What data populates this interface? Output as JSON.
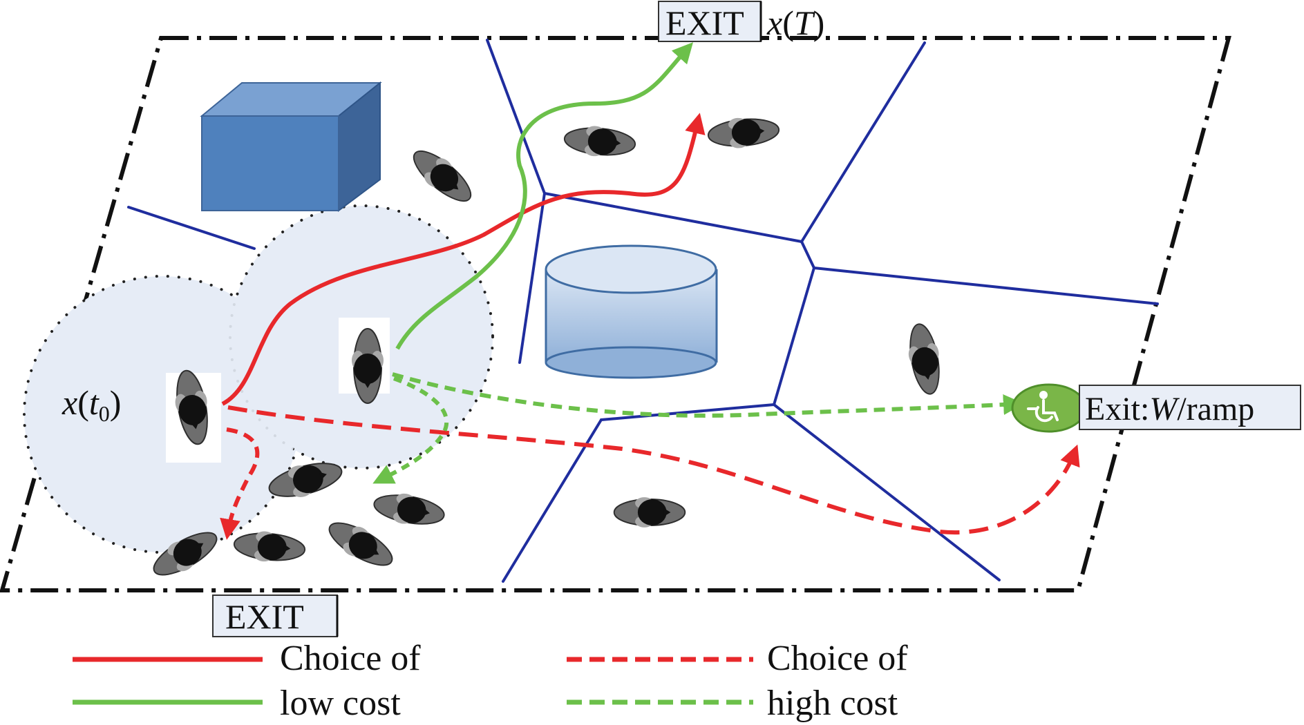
{
  "labels": {
    "exit_top": "EXIT",
    "x_T_var": "x",
    "x_T_paren_open": "(",
    "x_T_arg": "T",
    "x_T_paren_close": ")",
    "exit_bottom": "EXIT",
    "x_t0_var": "x",
    "x_t0_paren_open": "(",
    "x_t0_t": "t",
    "x_t0_sub": "0",
    "x_t0_paren_close": ")",
    "exit_ramp_prefix": "Exit:",
    "exit_ramp_w": "W",
    "exit_ramp_suffix": "/ramp"
  },
  "legend": {
    "left_line1": "Choice of",
    "left_line2": "low cost",
    "right_line1": "Choice of",
    "right_line2": "high cost"
  },
  "icons": {
    "ramp_exit": "wheelchair-icon"
  },
  "colors": {
    "red_path": "#e8282b",
    "green_path": "#6cc04a",
    "partition_lines": "#1f2d9e",
    "box": "#4f81bd",
    "cylinder": "#bcd2ea",
    "zone": "#e6ecf6",
    "ramp_badge": "#7ab648"
  }
}
